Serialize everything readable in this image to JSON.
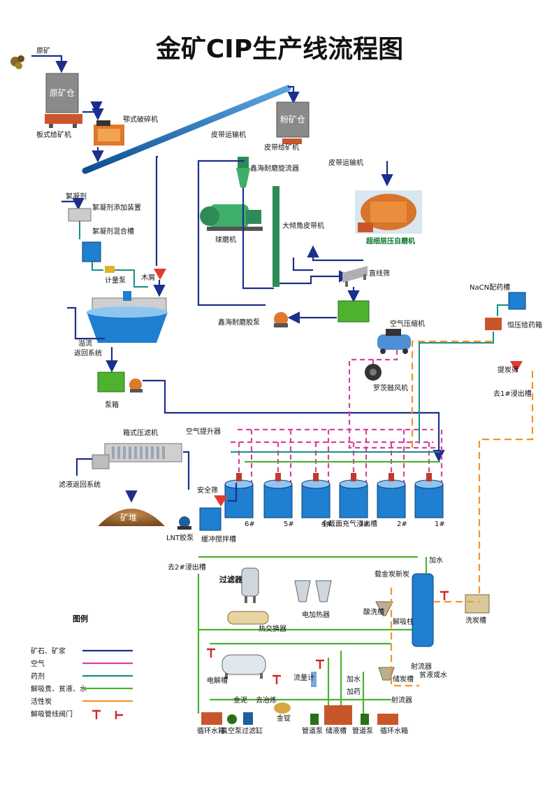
{
  "title": "金矿CIP生产线流程图",
  "labels": {
    "raw_ore": "原矿",
    "raw_bin": "原矿仓",
    "plate_feeder": "板式给矿机",
    "jaw_crusher": "鄂式破碎机",
    "belt_conveyor_1": "皮带运输机",
    "powder_bin": "粉矿仓",
    "belt_feeder": "皮带给矿机",
    "belt_conveyor_2": "皮带运输机",
    "cyclone": "鑫海耐磨旋流器",
    "ball_mill": "球磨机",
    "big_belt": "大倾角皮带机",
    "hpgr": "超细层压自磨机",
    "linear_screen": "直线筛",
    "slurry_pump": "鑫海耐磨胶泵",
    "flocculant": "絮凝剂",
    "floc_adder": "絮凝剂添加装置",
    "floc_mixer": "絮凝剂混合槽",
    "metering_pump": "计量泵",
    "wood_chip": "木屑",
    "overflow_return_1": "溢流",
    "overflow_return_2": "返回系统",
    "pump_box": "泵箱",
    "air_compressor": "空气压缩机",
    "roots_blower": "罗茨鼓风机",
    "nacn_tank": "NaCN配药槽",
    "const_feeder": "恒压给药箱",
    "carbon_screen": "提炭筛",
    "to_leach_1": "去1#浸出槽",
    "filter_press": "箱式压滤机",
    "air_lift": "空气提升器",
    "filtrate_return": "滤液返回系统",
    "ore_heap": "矿堆",
    "safety_screen": "安全筛",
    "lnt_pump": "LNT胶泵",
    "buffer_tank": "缓冲搅拌槽",
    "leach_name": "全截面充气浸出槽",
    "tanks": [
      "6#",
      "5#",
      "4#",
      "3#",
      "2#",
      "1#"
    ],
    "to_leach_2": "去2#浸出槽",
    "filter": "过滤器",
    "elec_heater": "电加热器",
    "heat_exchanger": "热交换器",
    "electrolysis": "电解槽",
    "flow_meter": "流量计",
    "loaded_carbon": "载金炭",
    "new_carbon": "新炭",
    "add_water_top": "加水",
    "acid_wash": "酸洗槽",
    "desorb_column": "解吸柱",
    "carbon_wash": "洗炭槽",
    "storage_carbon": "储炭槽",
    "jet": "射流器",
    "lean_liquid": "贫液或水",
    "add_water": "加水",
    "add_reagent": "加药",
    "gold_mud": "金泥",
    "to_smelt": "去冶炼",
    "gold_ingot": "金锭",
    "jet_2": "射流器",
    "circ_tank_1": "循环水箱",
    "vacuum_pump": "真空泵",
    "filter_tank": "过滤缸",
    "pipe_pump_1": "管道泵",
    "storage_tank": "储液槽",
    "pipe_pump_2": "管道泵",
    "circ_tank_2": "循环水箱"
  },
  "legend": {
    "title": "图例",
    "items": [
      {
        "label": "矿石、矿浆",
        "color": "#1c2f8f"
      },
      {
        "label": "空气",
        "color": "#d6449a"
      },
      {
        "label": "药剂",
        "color": "#1a8c86"
      },
      {
        "label": "解吸贵、贫液、水",
        "color": "#4cb22f"
      },
      {
        "label": "活性炭",
        "color": "#f0962a"
      },
      {
        "label": "解吸管线阀门",
        "color": "#d92323"
      }
    ]
  }
}
